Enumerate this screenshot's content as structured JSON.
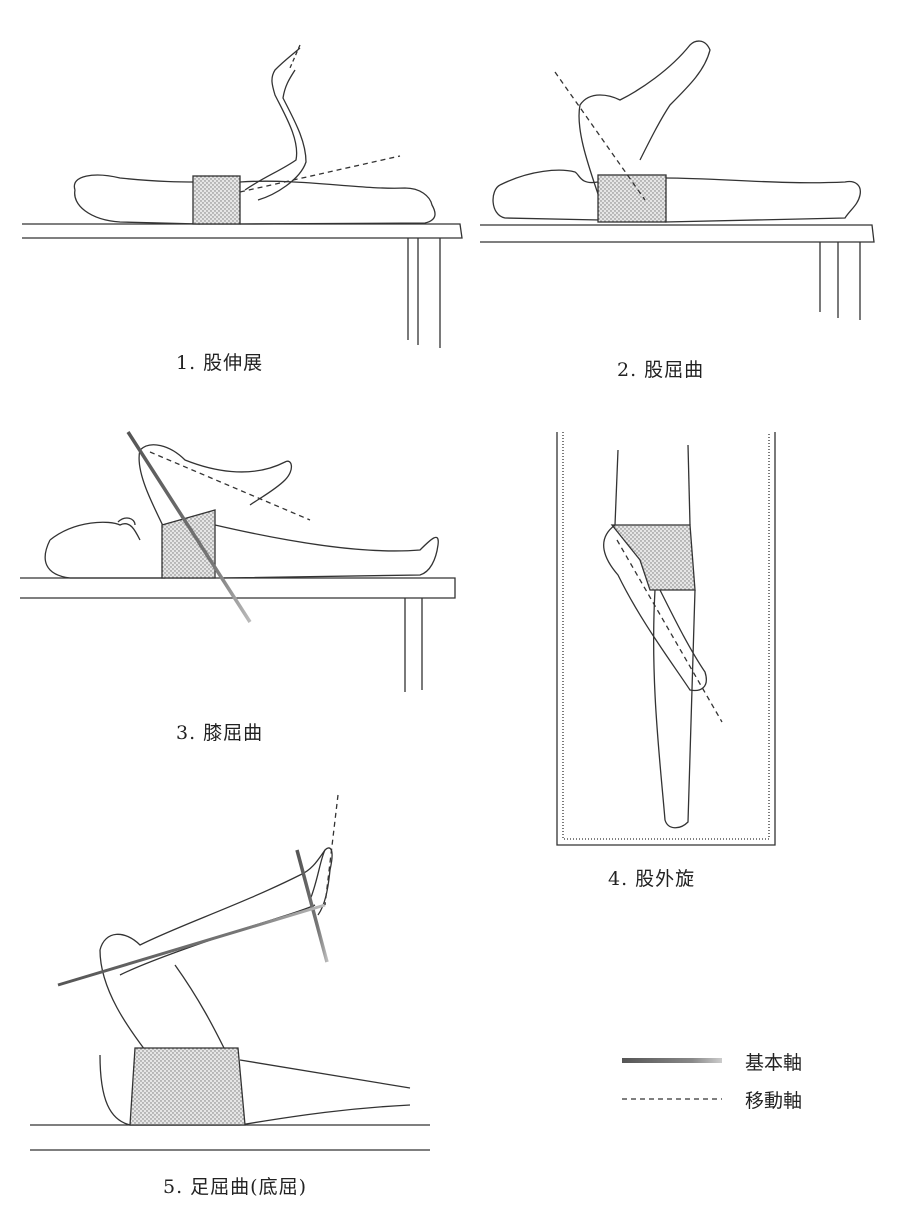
{
  "figures": [
    {
      "id": "fig1",
      "caption": "1. 股伸展"
    },
    {
      "id": "fig2",
      "caption": "2. 股屈曲"
    },
    {
      "id": "fig3",
      "caption": "3. 膝屈曲"
    },
    {
      "id": "fig4",
      "caption": "4. 股外旋"
    },
    {
      "id": "fig5",
      "caption": "5. 足屈曲(底屈)"
    }
  ],
  "legend": {
    "basic_axis": "基本軸",
    "moving_axis": "移動軸"
  },
  "colors": {
    "line": "#333333",
    "basic_axis": "#5a5a5a",
    "moving_axis": "#333333",
    "shorts_fill": "#d9d9d9"
  }
}
